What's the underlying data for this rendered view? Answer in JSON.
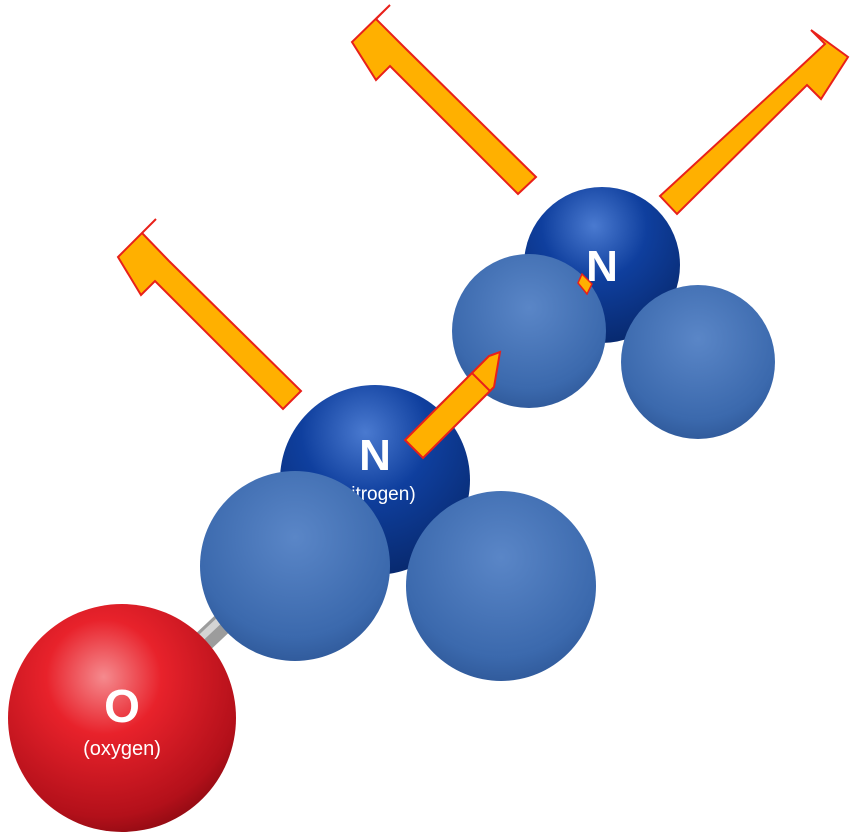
{
  "colors": {
    "oxygen": "#e8222b",
    "nitrogen": "#0d3d9a",
    "hydrogen": "#3f6fb5",
    "bond": "#9a9a9a",
    "arrow_fill": "#ffb000",
    "arrow_stroke": "#e8201a"
  },
  "atoms": {
    "oxygen": {
      "symbol": "O",
      "name": "(oxygen)"
    },
    "nitrogen_lower": {
      "symbol": "N",
      "name": "(nitrogen)"
    },
    "nitrogen_upper": {
      "symbol": "N"
    }
  }
}
